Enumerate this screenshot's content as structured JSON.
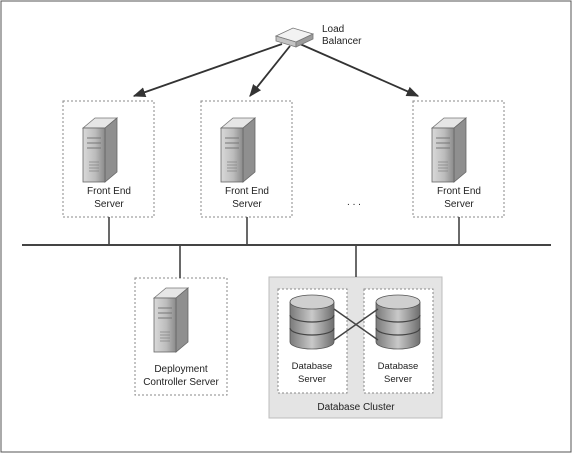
{
  "load_balancer": {
    "line1": "Load",
    "line2": "Balancer"
  },
  "front_end_servers": [
    {
      "line1": "Front End",
      "line2": "Server"
    },
    {
      "line1": "Front End",
      "line2": "Server"
    },
    {
      "line1": "Front End",
      "line2": "Server"
    }
  ],
  "ellipsis": ". . .",
  "deployment_server": {
    "line1": "Deployment",
    "line2": "Controller Server"
  },
  "database_cluster": {
    "label": "Database Cluster",
    "servers": [
      {
        "line1": "Database",
        "line2": "Server"
      },
      {
        "line1": "Database",
        "line2": "Server"
      }
    ]
  }
}
